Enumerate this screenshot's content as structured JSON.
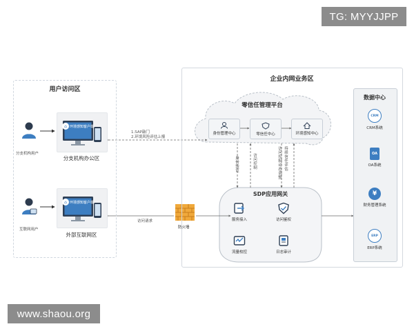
{
  "watermarks": {
    "top_right": "TG: MYYJJPP",
    "bottom_left": "www.shaou.org"
  },
  "user_zone": {
    "title": "用户访问区",
    "branch_user": "分支机构用户",
    "branch_client_label": "环境感知客户端",
    "branch_office": "分支机构办公区",
    "internet_user": "互联网用户",
    "internet_client_label": "环境感知客户端",
    "internet_zone": "外部互联网区"
  },
  "links": {
    "top_line1": "1.SAP敲门",
    "top_line2": "2.环境风险评估上报",
    "bottom": "访问请求"
  },
  "firewall": {
    "label": "防火墙"
  },
  "enterprise": {
    "title": "企业内网业务区",
    "ztna": {
      "title": "零信任管理平台",
      "nodes": [
        "身份管理中心",
        "零信任中心",
        "环境感知中心"
      ]
    },
    "vlinks": [
      "身份验证",
      "访问控制",
      "访问控制动态调整",
      "持续信任评估"
    ],
    "sdp": {
      "title": "SDP应用网关",
      "services": [
        "服务接入",
        "访问鉴权",
        "流量校控",
        "日志审计"
      ]
    },
    "datacenter": {
      "title": "数据中心",
      "items": [
        {
          "icon_text": "CRM",
          "label": "CRM系统"
        },
        {
          "icon_text": "OA",
          "label": "OA系统"
        },
        {
          "icon_text": "¥",
          "label": "财务管理系统"
        },
        {
          "icon_text": "ERP",
          "label": "ERP系统"
        }
      ]
    }
  },
  "colors": {
    "accent": "#3d7ec1",
    "firewall": "#f0a93b",
    "tag_bg": "#8c8c8c"
  }
}
